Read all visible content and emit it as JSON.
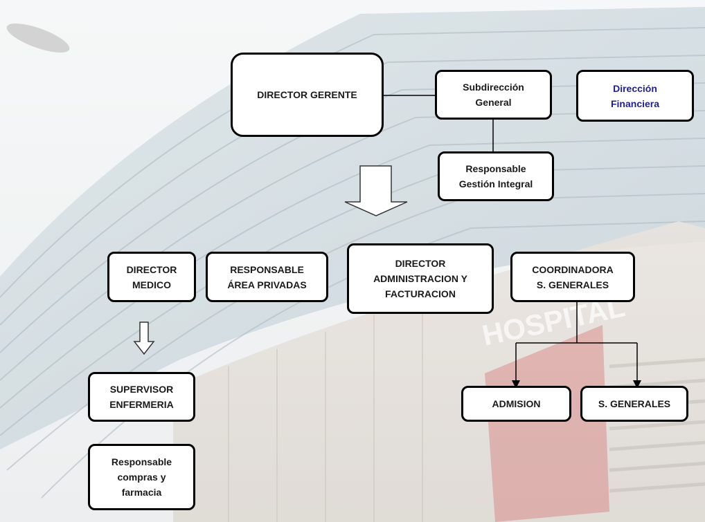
{
  "org_chart": {
    "nodes": {
      "director_gerente": "DIRECTOR GERENTE",
      "subdireccion_general": "Subdirección\nGeneral",
      "direccion_financiera": "Dirección\nFinanciera",
      "responsable_gestion_integral": "Responsable\nGestión Integral",
      "director_medico": "DIRECTOR\nMEDICO",
      "responsable_area_privadas": "RESPONSABLE\nÁREA PRIVADAS",
      "director_administracion": "DIRECTOR\nADMINISTRACION Y\nFACTURACION",
      "coordinadora_generales": "COORDINADORA\nS. GENERALES",
      "supervisor_enfermeria": "SUPERVISOR\nENFERMERIA",
      "responsable_compras": "Responsable\ncompras y\nfarmacia",
      "admision": "ADMISION",
      "s_generales": "S. GENERALES"
    },
    "background": {
      "sign_text": "HOSPITAL"
    },
    "colors": {
      "box_border": "#000000",
      "box_fill": "#ffffff",
      "financiera_text": "#1f1f8f",
      "red_panel": "#c42b2b"
    }
  }
}
